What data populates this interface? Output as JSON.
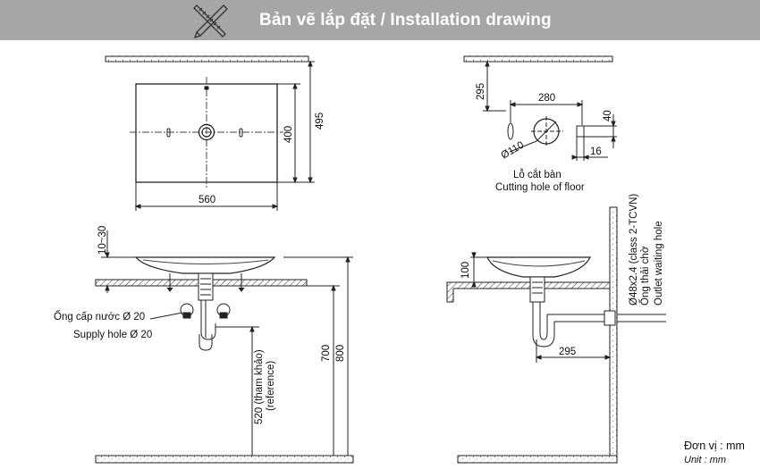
{
  "header": {
    "title": "Bản vẽ lắp đặt / Installation drawing",
    "icon": "pencil-ruler-icon"
  },
  "dimensions": {
    "top_width": "560",
    "top_depth": "400",
    "top_depth_total": "495",
    "cut_width": "280",
    "cut_offset": "295",
    "cut_diameter": "Ø110",
    "pipe_height": "40",
    "pipe_length": "16",
    "counter_gap": "10~30",
    "basin_height": "100",
    "drain_offset": "295",
    "install_height_700": "700",
    "install_height_800": "800",
    "install_height_520": "520 (tham khảo)",
    "install_height_520_en": "(reference)"
  },
  "labels": {
    "cut_hole_vi": "Lỗ cắt bàn",
    "cut_hole_en": "Cutting hole of floor",
    "supply_vi": "Ống cấp nước Ø 20",
    "supply_en": "Supply hole Ø 20",
    "outlet_spec": "Ø48x2.4 (class 2-TCVN)",
    "outlet_vi": "Ống thải chờ",
    "outlet_en": "Outlet waiting hole",
    "unit_vi": "Đơn vị : mm",
    "unit_en": "Unit : mm"
  }
}
